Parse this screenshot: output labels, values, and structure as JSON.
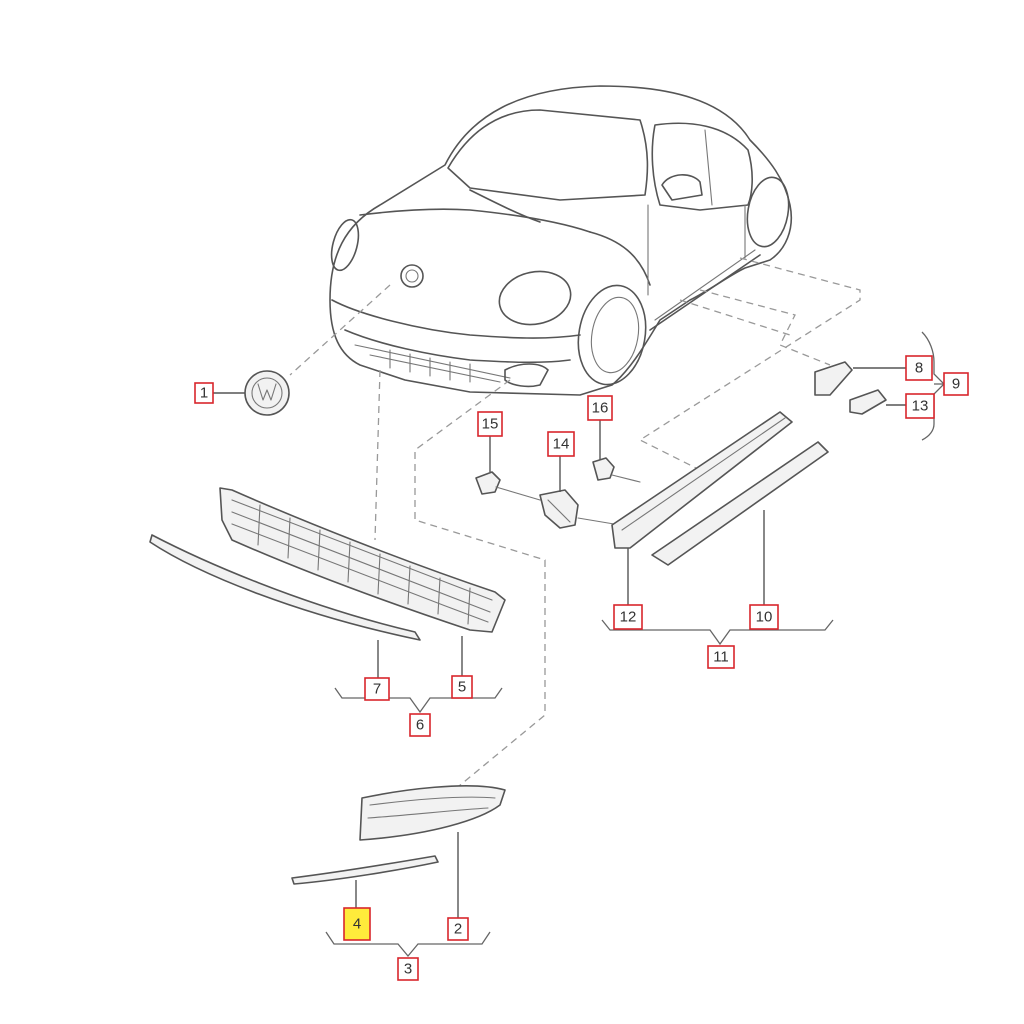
{
  "callouts": [
    {
      "id": "1",
      "label": "1"
    },
    {
      "id": "2",
      "label": "2"
    },
    {
      "id": "3",
      "label": "3"
    },
    {
      "id": "4",
      "label": "4",
      "highlighted": true
    },
    {
      "id": "5",
      "label": "5"
    },
    {
      "id": "6",
      "label": "6"
    },
    {
      "id": "7",
      "label": "7"
    },
    {
      "id": "8",
      "label": "8"
    },
    {
      "id": "9",
      "label": "9"
    },
    {
      "id": "10",
      "label": "10"
    },
    {
      "id": "11",
      "label": "11"
    },
    {
      "id": "12",
      "label": "12"
    },
    {
      "id": "13",
      "label": "13"
    },
    {
      "id": "14",
      "label": "14"
    },
    {
      "id": "15",
      "label": "15"
    },
    {
      "id": "16",
      "label": "16"
    }
  ],
  "colors": {
    "callout_border": "#d9262c",
    "highlight": "#ffeb3b",
    "line": "#555555"
  }
}
